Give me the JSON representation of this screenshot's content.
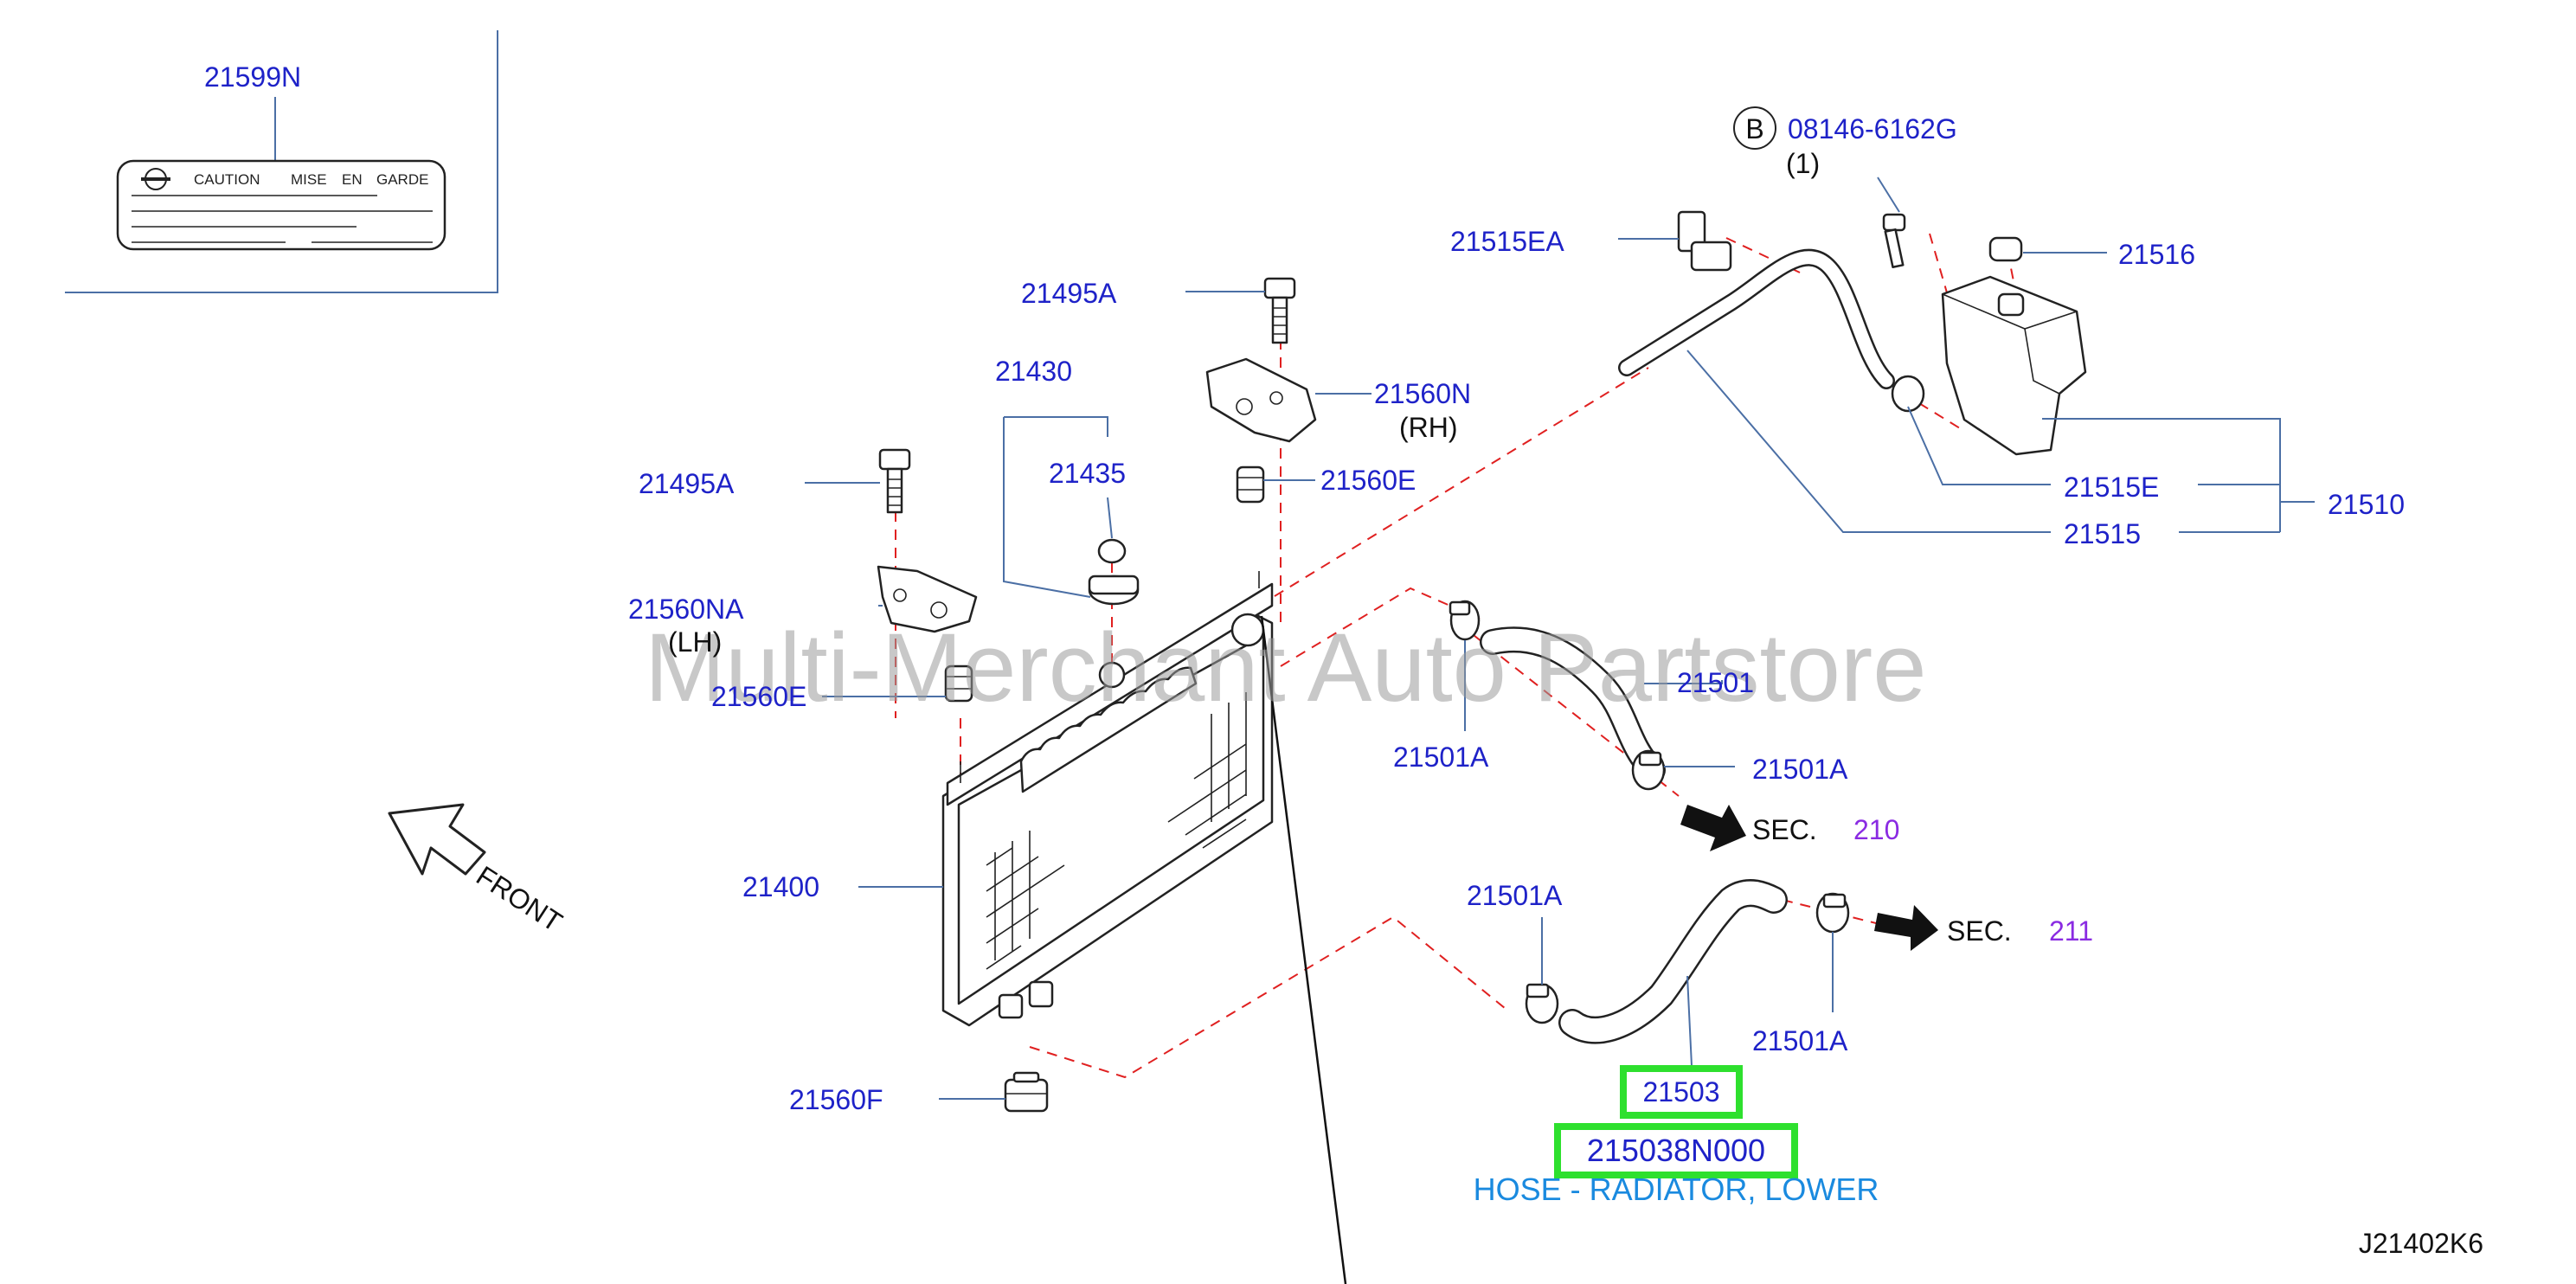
{
  "watermark": "Multi-Merchant Auto Partstore",
  "diagram_code": "J21402K6",
  "label_card": {
    "part": "21599N",
    "words": [
      "CAUTION",
      "MISE",
      "EN",
      "GARDE"
    ]
  },
  "parts": {
    "p21495A_top": "21495A",
    "p21430": "21430",
    "p21435": "21435",
    "p21560N": "21560N",
    "rh": "(RH)",
    "p21560E_top": "21560E",
    "p21495A_left": "21495A",
    "p21560NA": "21560NA",
    "lh": "(LH)",
    "p21560E_left": "21560E",
    "p21400": "21400",
    "p21560F": "21560F",
    "p21515EA": "21515EA",
    "bolt_circle": "B",
    "bolt_part": "08146-6162G",
    "bolt_qty": "(1)",
    "p21516": "21516",
    "p21515E": "21515E",
    "p21515": "21515",
    "p21510": "21510",
    "p21501": "21501",
    "p21501A_1": "21501A",
    "p21501A_2": "21501A",
    "p21501A_3": "21501A",
    "p21501A_4": "21501A"
  },
  "sections": {
    "sec210_label": "SEC.",
    "sec210_num": "210",
    "sec211_label": "SEC.",
    "sec211_num": "211"
  },
  "front_label": "FRONT",
  "highlight": {
    "part": "21503",
    "part_number": "215038N000",
    "description": "HOSE - RADIATOR, LOWER"
  },
  "colors": {
    "part_text": "#1e22c8",
    "leader": "#4b6fa5",
    "dash": "#e02020",
    "highlight_box": "#2ee02e",
    "description": "#1a8adf",
    "section_number": "#8a2be2"
  }
}
